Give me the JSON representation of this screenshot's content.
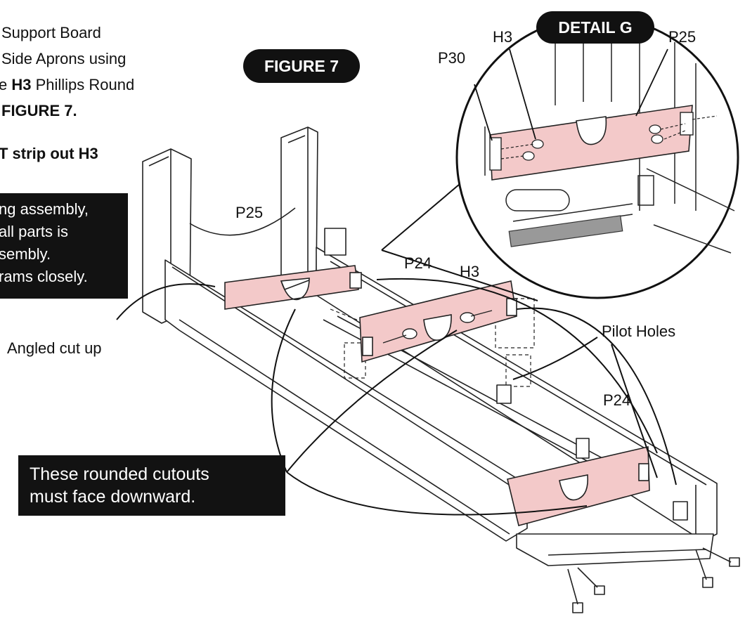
{
  "instructions": {
    "line1": "Support Board",
    "line2": "Side Aprons using",
    "line3_prefix": "e ",
    "line3_bold": "H3",
    "line3_suffix": " Phillips Round",
    "line4": "FIGURE 7.",
    "warning": "T strip out H3"
  },
  "note_box": {
    "line1": "ng assembly,",
    "line2": " all parts is",
    "line3": "sembly.",
    "line4": "rams closely."
  },
  "badges": {
    "figure": "FIGURE 7",
    "detail": "DETAIL G"
  },
  "callout_box": {
    "line1": "These rounded cutouts",
    "line2": "must face downward."
  },
  "labels": {
    "angled_cut": "Angled cut up",
    "pilot_holes": "Pilot Holes",
    "p25_main": "P25",
    "p24_mid": "P24",
    "h3_mid": "H3",
    "p24_front": "P24",
    "detail_p30": "P30",
    "detail_h3": "H3",
    "detail_p25": "P25"
  },
  "colors": {
    "board_fill": "#f3c9c9",
    "label_box": "#121212",
    "line": "#222222"
  }
}
